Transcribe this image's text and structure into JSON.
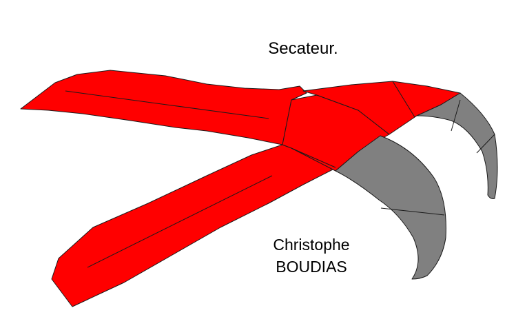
{
  "title": "Secateur.",
  "author": {
    "first_name": "Christophe",
    "last_name": "BOUDIAS"
  },
  "colors": {
    "handle": "#ff0000",
    "blade": "#808080",
    "outline": "#1a1a1a",
    "background": "#ffffff"
  }
}
